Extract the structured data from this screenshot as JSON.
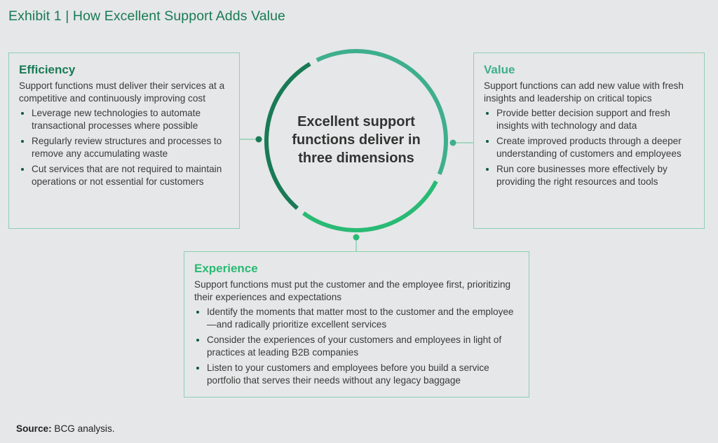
{
  "title": "Exhibit 1 | How Excellent Support Adds Value",
  "center": {
    "text": "Excellent support functions deliver in three dimensions"
  },
  "colors": {
    "efficiency": "#197a56",
    "value": "#3eaf8c",
    "experience": "#29ba74",
    "title": "#197a56",
    "box_border": "#8fcfb2"
  },
  "efficiency": {
    "heading": "Efficiency",
    "intro": "Support functions must deliver their services at a competitive and continuously improving cost",
    "bullets": [
      "Leverage new technologies to automate transactional processes where possible",
      "Regularly review structures and processes to remove any accumulating waste",
      "Cut services that are not required to maintain operations or not essential for customers"
    ]
  },
  "value": {
    "heading": "Value",
    "intro": "Support functions can add new value with fresh insights and leadership on critical topics",
    "bullets": [
      "Provide better decision support and fresh insights with technology and data",
      "Create improved products through a deeper understanding of customers and employees",
      "Run core businesses more effectively by providing the right resources and tools"
    ]
  },
  "experience": {
    "heading": "Experience",
    "intro": "Support functions must put the customer and the employee first, prioritizing their experiences and expectations",
    "bullets": [
      "Identify the moments that matter most to the customer and the employee—and radically prioritize excellent services",
      "Consider the experiences of your customers and employees in light of practices at leading B2B companies",
      "Listen to your customers and employees before you build a service portfolio that serves their needs without any legacy baggage"
    ]
  },
  "source": {
    "label": "Source:",
    "text": "BCG analysis."
  }
}
